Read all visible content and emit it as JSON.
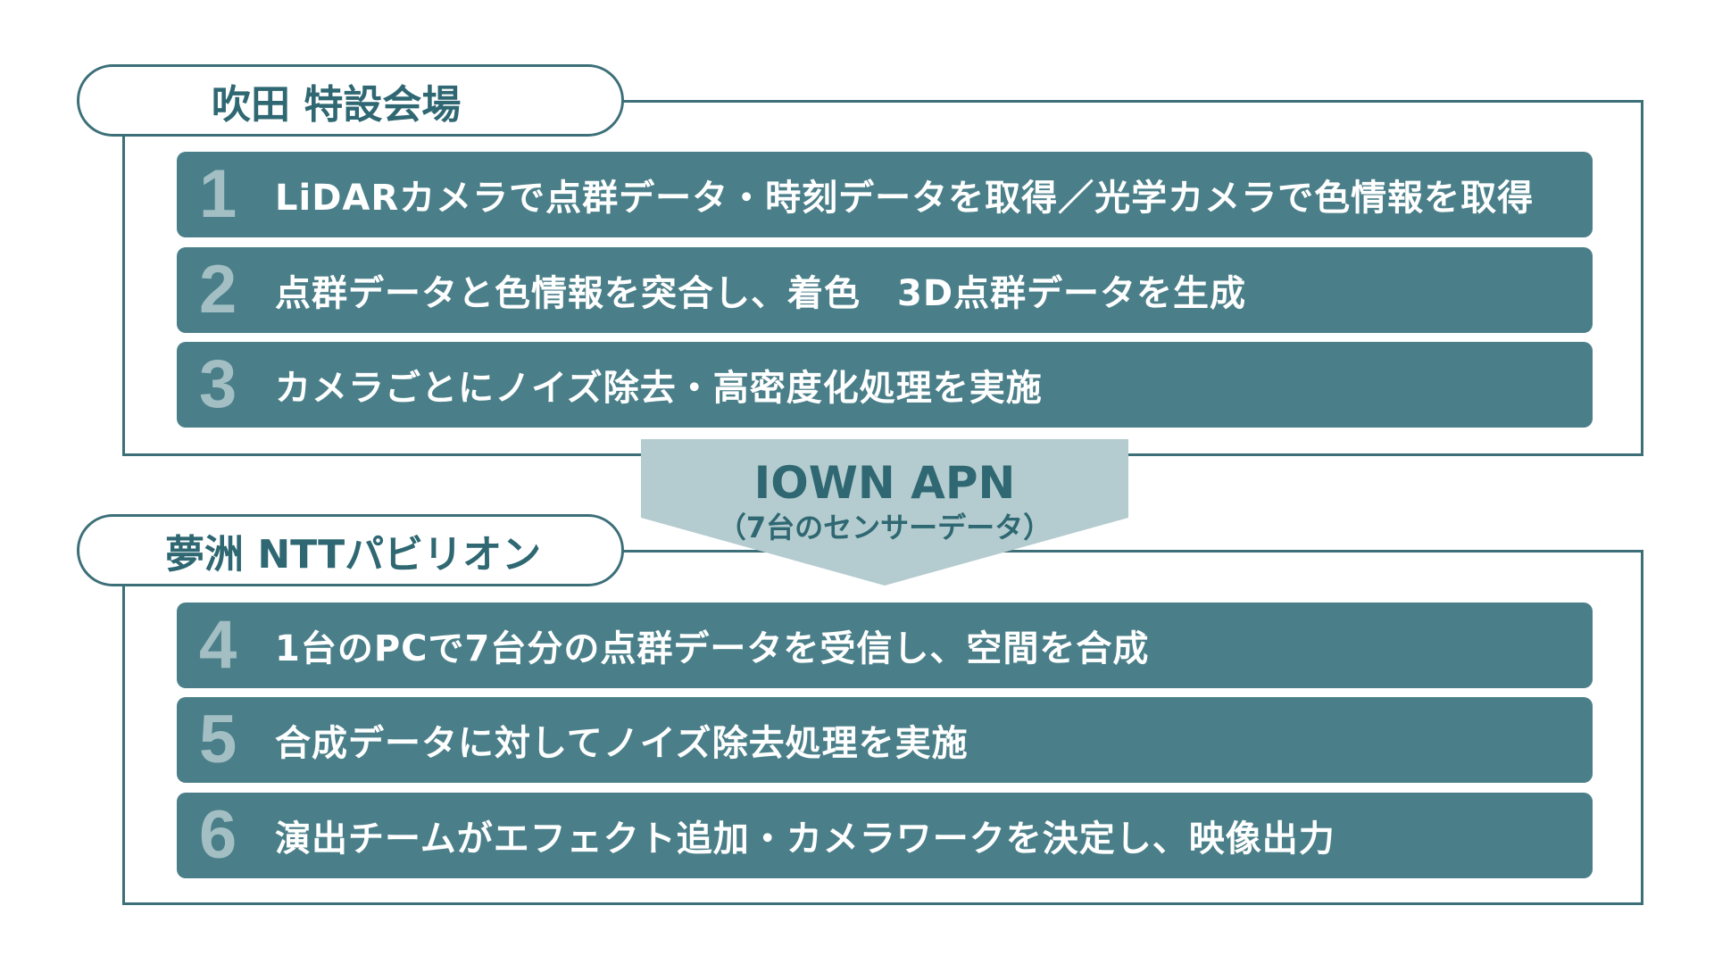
{
  "sections": [
    {
      "label": "吹田 特設会場",
      "steps": [
        {
          "number": "1",
          "text": "LiDARカメラで点群データ・時刻データを取得／光学カメラで色情報を取得"
        },
        {
          "number": "2",
          "text": "点群データと色情報を突合し、着色　3D点群データを生成"
        },
        {
          "number": "3",
          "text": "カメラごとにノイズ除去・高密度化処理を実施"
        }
      ]
    },
    {
      "label": "夢洲 NTTパビリオン",
      "steps": [
        {
          "number": "4",
          "text": "1台のPCで7台分の点群データを受信し、空間を合成"
        },
        {
          "number": "5",
          "text": "合成データに対してノイズ除去処理を実施"
        },
        {
          "number": "6",
          "text": "演出チームがエフェクト追加・カメラワークを決定し、映像出力"
        }
      ]
    }
  ],
  "arrow": {
    "title": "IOWN APN",
    "subtitle": "（7台のセンサーデータ）"
  },
  "colors": {
    "bar": "#4a7f89",
    "border": "#3c6f78",
    "arrow": "#b4cccf",
    "number": "#a3bfc4",
    "text_dark": "#2f6872"
  }
}
